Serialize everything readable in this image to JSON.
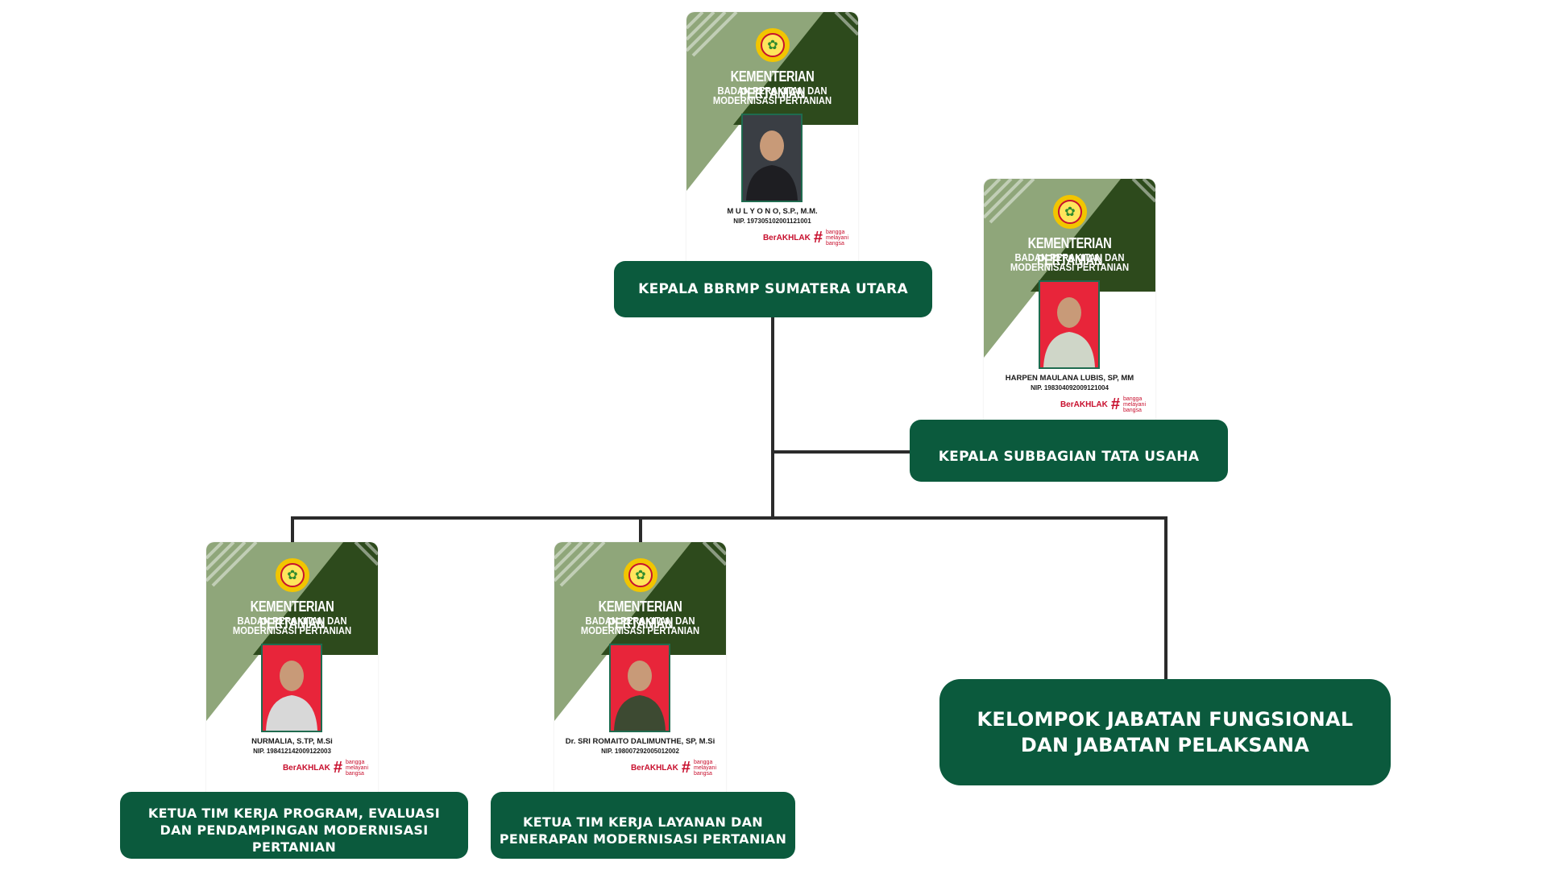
{
  "header": {
    "org": "KEMENTERIAN PERTANIAN",
    "sub1": "BADAN PERAKITAN DAN",
    "sub2": "MODERNISASI PERTANIAN"
  },
  "branding": {
    "berakhlak": "BerAKHLAK",
    "tagline1": "bangga",
    "tagline2": "melayani",
    "tagline3": "bangsa"
  },
  "colors": {
    "dark_green": "#0b5a3d",
    "light_green": "#8fa67a",
    "card_dark": "#2d4a1c",
    "line": "#2b2b2b"
  },
  "people": [
    {
      "name": "M U L Y O N O, S.P., M.M.",
      "nip": "NIP. 197305102001121001",
      "role": "KEPALA BBRMP SUMATERA UTARA"
    },
    {
      "name": "HARPEN MAULANA LUBIS, SP, MM",
      "nip": "NIP. 198304092009121004",
      "role": "KEPALA SUBBAGIAN TATA USAHA"
    },
    {
      "name": "NURMALIA, S.TP, M.Si",
      "nip": "NIP. 198412142009122003",
      "role_line1": "KETUA TIM KERJA PROGRAM, EVALUASI",
      "role_line2": "DAN PENDAMPINGAN MODERNISASI PERTANIAN"
    },
    {
      "name": "Dr. SRI ROMAITO DALIMUNTHE, SP, M.Si",
      "nip": "NIP. 198007292005012002",
      "role_line1": "KETUA TIM KERJA LAYANAN DAN",
      "role_line2": "PENERAPAN MODERNISASI PERTANIAN"
    }
  ],
  "functional_group": {
    "line1": "KELOMPOK JABATAN FUNGSIONAL",
    "line2": "DAN JABATAN PELAKSANA"
  }
}
